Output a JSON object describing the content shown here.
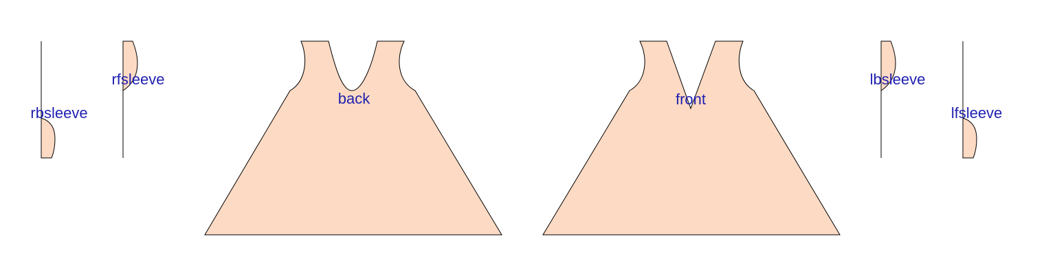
{
  "colors": {
    "fabric_fill": "#FDDAC3",
    "outline": "#000000",
    "label": "#1F1FB0",
    "background": "#FFFFFF"
  },
  "pieces": [
    {
      "id": "rbsleeve",
      "label": "rbsleeve"
    },
    {
      "id": "rfsleeve",
      "label": "rfsleeve"
    },
    {
      "id": "back",
      "label": "back"
    },
    {
      "id": "front",
      "label": "front"
    },
    {
      "id": "lbsleeve",
      "label": "lbsleeve"
    },
    {
      "id": "lfsleeve",
      "label": "lfsleeve"
    }
  ]
}
